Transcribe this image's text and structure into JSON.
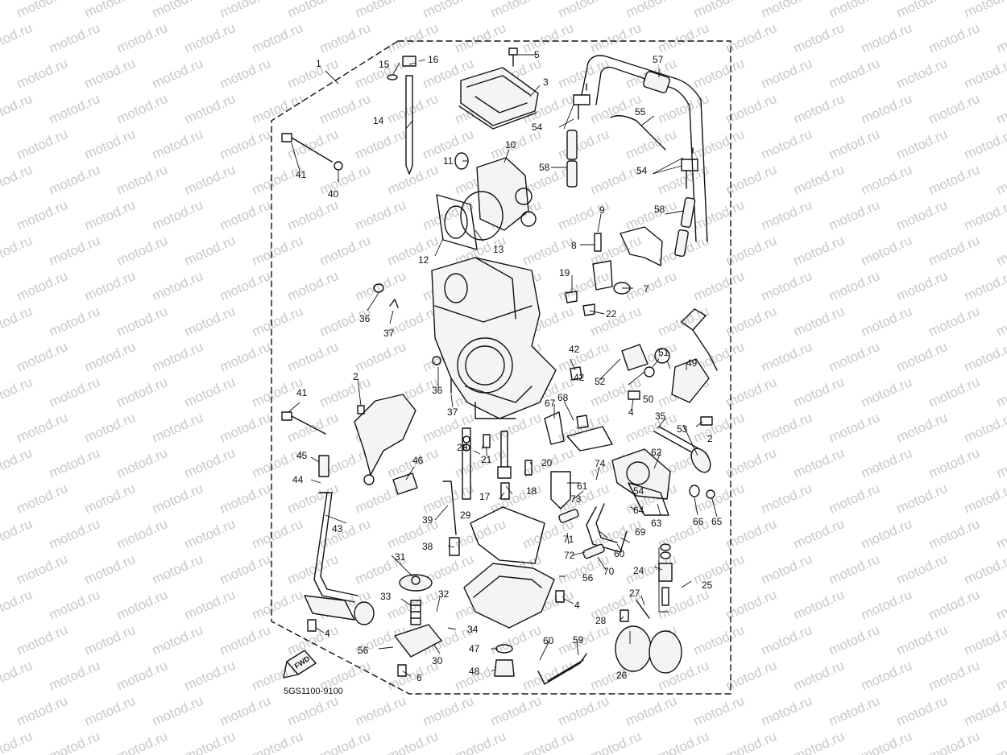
{
  "watermark": {
    "text": "motod.ru"
  },
  "diagram_code": "5GS1100-9100",
  "fwd_label": "FWD",
  "callouts": [
    {
      "id": "p1",
      "n": "1"
    },
    {
      "id": "p2a",
      "n": "2"
    },
    {
      "id": "p2b",
      "n": "2"
    },
    {
      "id": "p3",
      "n": "3"
    },
    {
      "id": "p4a",
      "n": "4"
    },
    {
      "id": "p4b",
      "n": "4"
    },
    {
      "id": "p4c",
      "n": "4"
    },
    {
      "id": "p5",
      "n": "5"
    },
    {
      "id": "p6",
      "n": "6"
    },
    {
      "id": "p7",
      "n": "7"
    },
    {
      "id": "p8",
      "n": "8"
    },
    {
      "id": "p9",
      "n": "9"
    },
    {
      "id": "p10",
      "n": "10"
    },
    {
      "id": "p11",
      "n": "11"
    },
    {
      "id": "p12",
      "n": "12"
    },
    {
      "id": "p13",
      "n": "13"
    },
    {
      "id": "p14",
      "n": "14"
    },
    {
      "id": "p15",
      "n": "15"
    },
    {
      "id": "p16",
      "n": "16"
    },
    {
      "id": "p17",
      "n": "17"
    },
    {
      "id": "p18",
      "n": "18"
    },
    {
      "id": "p19",
      "n": "19"
    },
    {
      "id": "p20",
      "n": "20"
    },
    {
      "id": "p21",
      "n": "21"
    },
    {
      "id": "p22",
      "n": "22"
    },
    {
      "id": "p23",
      "n": "23"
    },
    {
      "id": "p24",
      "n": "24"
    },
    {
      "id": "p25",
      "n": "25"
    },
    {
      "id": "p26",
      "n": "26"
    },
    {
      "id": "p27",
      "n": "27"
    },
    {
      "id": "p28",
      "n": "28"
    },
    {
      "id": "p29",
      "n": "29"
    },
    {
      "id": "p30",
      "n": "30"
    },
    {
      "id": "p31",
      "n": "31"
    },
    {
      "id": "p32",
      "n": "32"
    },
    {
      "id": "p33",
      "n": "33"
    },
    {
      "id": "p34",
      "n": "34"
    },
    {
      "id": "p35",
      "n": "35"
    },
    {
      "id": "p36a",
      "n": "36"
    },
    {
      "id": "p36b",
      "n": "36"
    },
    {
      "id": "p37a",
      "n": "37"
    },
    {
      "id": "p37b",
      "n": "37"
    },
    {
      "id": "p38",
      "n": "38"
    },
    {
      "id": "p39",
      "n": "39"
    },
    {
      "id": "p40",
      "n": "40"
    },
    {
      "id": "p41a",
      "n": "41"
    },
    {
      "id": "p41b",
      "n": "41"
    },
    {
      "id": "p42a",
      "n": "42"
    },
    {
      "id": "p42b",
      "n": "42"
    },
    {
      "id": "p43",
      "n": "43"
    },
    {
      "id": "p44",
      "n": "44"
    },
    {
      "id": "p45",
      "n": "45"
    },
    {
      "id": "p46",
      "n": "46"
    },
    {
      "id": "p47",
      "n": "47"
    },
    {
      "id": "p48",
      "n": "48"
    },
    {
      "id": "p49",
      "n": "49"
    },
    {
      "id": "p50",
      "n": "50"
    },
    {
      "id": "p51",
      "n": "51"
    },
    {
      "id": "p52",
      "n": "52"
    },
    {
      "id": "p53",
      "n": "53"
    },
    {
      "id": "p54a",
      "n": "54"
    },
    {
      "id": "p54b",
      "n": "54"
    },
    {
      "id": "p54c",
      "n": "54"
    },
    {
      "id": "p55",
      "n": "55"
    },
    {
      "id": "p56a",
      "n": "56"
    },
    {
      "id": "p56b",
      "n": "56"
    },
    {
      "id": "p57",
      "n": "57"
    },
    {
      "id": "p58a",
      "n": "58"
    },
    {
      "id": "p58b",
      "n": "58"
    },
    {
      "id": "p59",
      "n": "59"
    },
    {
      "id": "p60a",
      "n": "60"
    },
    {
      "id": "p60b",
      "n": "60"
    },
    {
      "id": "p61",
      "n": "61"
    },
    {
      "id": "p62",
      "n": "62"
    },
    {
      "id": "p63",
      "n": "63"
    },
    {
      "id": "p64",
      "n": "64"
    },
    {
      "id": "p65",
      "n": "65"
    },
    {
      "id": "p66",
      "n": "66"
    },
    {
      "id": "p67",
      "n": "67"
    },
    {
      "id": "p68",
      "n": "68"
    },
    {
      "id": "p69",
      "n": "69"
    },
    {
      "id": "p70",
      "n": "70"
    },
    {
      "id": "p71",
      "n": "71"
    },
    {
      "id": "p72",
      "n": "72"
    },
    {
      "id": "p73",
      "n": "73"
    },
    {
      "id": "p74",
      "n": "74"
    }
  ]
}
